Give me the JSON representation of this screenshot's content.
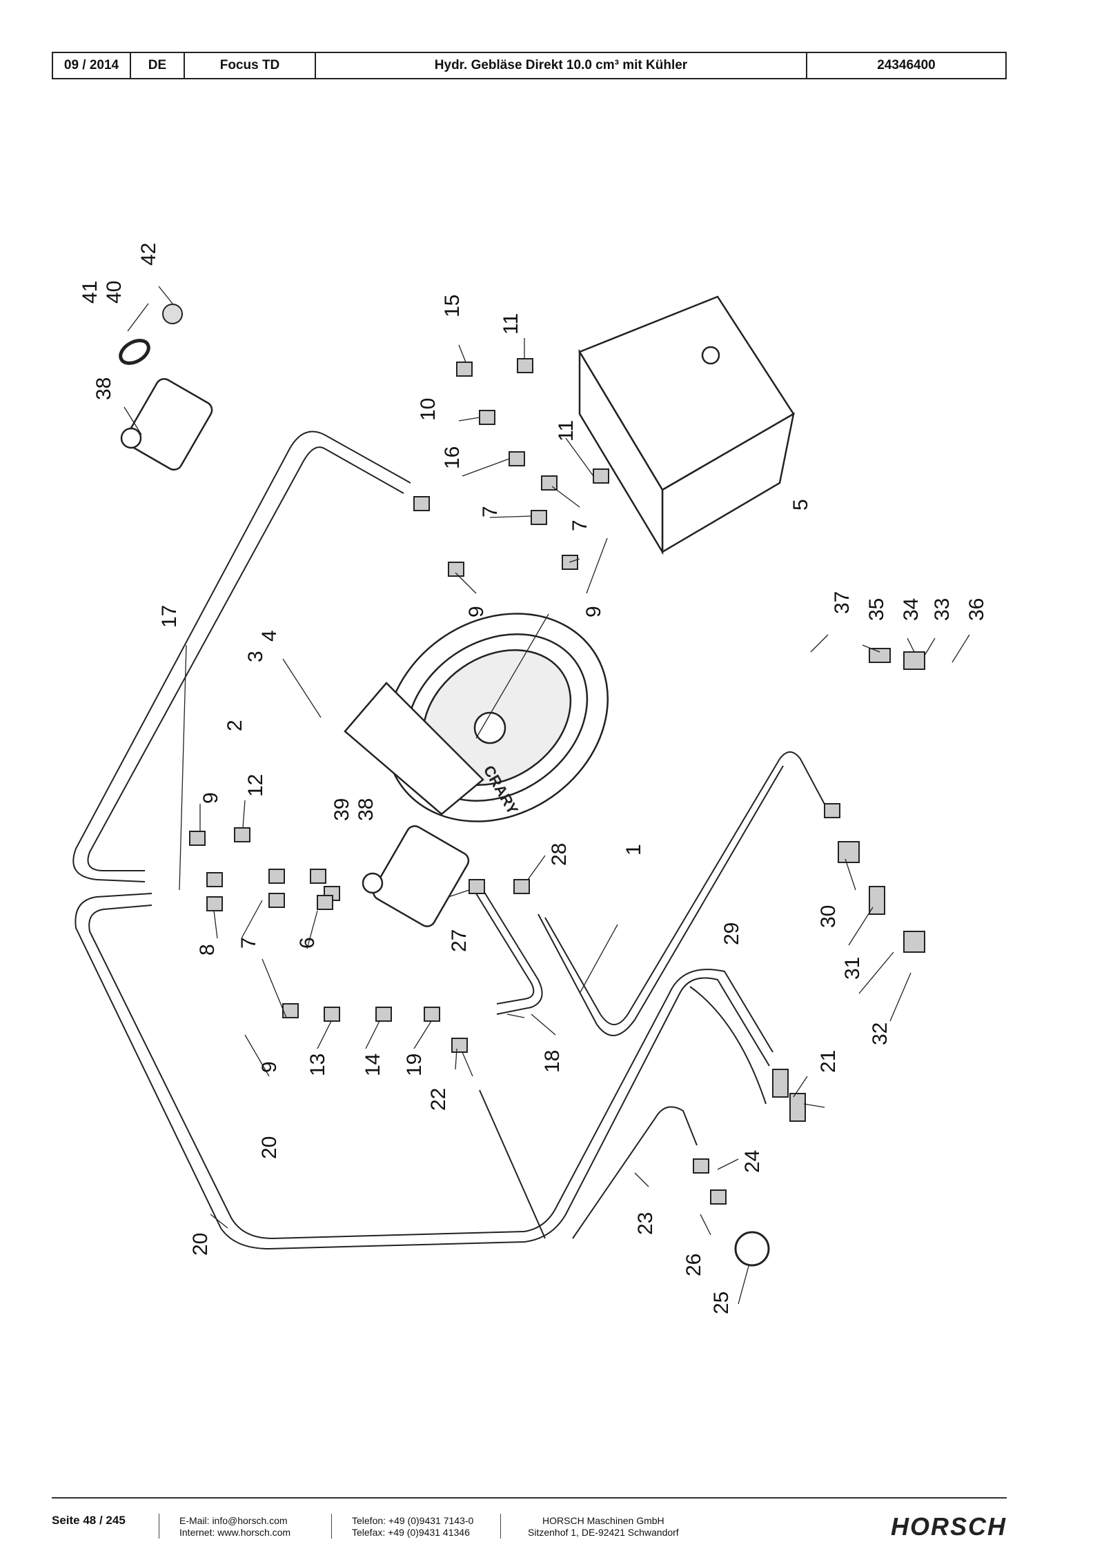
{
  "header": {
    "date": "09 / 2014",
    "language": "DE",
    "model": "Focus TD",
    "title": "Hydr. Gebläse Direkt 10.0 cm³ mit Kühler",
    "part_number": "24346400"
  },
  "diagram": {
    "callouts": {
      "c1": "1",
      "c2": "2",
      "c3": "3",
      "c4": "4",
      "c5": "5",
      "c6": "6",
      "c7a": "7",
      "c7b": "7",
      "c7c": "7",
      "c8": "8",
      "c9a": "9",
      "c9b": "9",
      "c9c": "9",
      "c9d": "9",
      "c10": "10",
      "c11a": "11",
      "c11b": "11",
      "c12": "12",
      "c13": "13",
      "c14": "14",
      "c15": "15",
      "c16": "16",
      "c17": "17",
      "c18": "18",
      "c19": "19",
      "c20a": "20",
      "c20b": "20",
      "c21": "21",
      "c22": "22",
      "c23": "23",
      "c24": "24",
      "c25": "25",
      "c26": "26",
      "c27": "27",
      "c28": "28",
      "c29": "29",
      "c30": "30",
      "c31": "31",
      "c32": "32",
      "c33": "33",
      "c34": "34",
      "c35": "35",
      "c36": "36",
      "c37": "37",
      "c38a": "38",
      "c38b": "38",
      "c39": "39",
      "c40": "40",
      "c41": "41",
      "c42": "42"
    },
    "fan_brand": "CRARY"
  },
  "footer": {
    "page": "Seite 48 / 245",
    "email": "E-Mail: info@horsch.com",
    "internet": "Internet: www.horsch.com",
    "phone": "Telefon: +49 (0)9431 7143-0",
    "fax": "Telefax: +49 (0)9431 41346",
    "company": "HORSCH Maschinen GmbH",
    "address": "Sitzenhof 1, DE-92421 Schwandorf",
    "logo": "HORSCH"
  }
}
